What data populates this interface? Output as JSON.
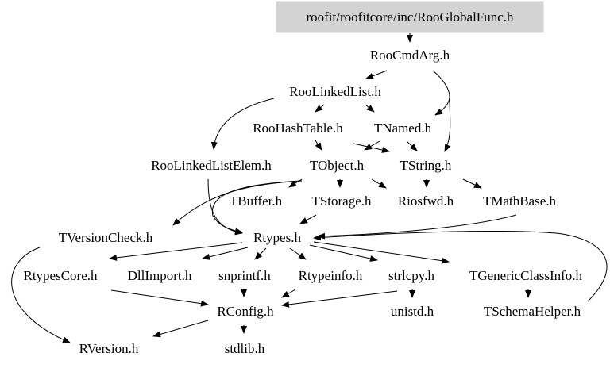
{
  "diagram": {
    "root_fill": "#d3d3d3",
    "edge_color": "#000000",
    "nodes": {
      "root": "roofit/roofitcore/inc/RooGlobalFunc.h",
      "RooCmdArg": "RooCmdArg.h",
      "RooLinkedList": "RooLinkedList.h",
      "RooHashTable": "RooHashTable.h",
      "TNamed": "TNamed.h",
      "RooLinkedListElem": "RooLinkedListElem.h",
      "TObject": "TObject.h",
      "TString": "TString.h",
      "TBuffer": "TBuffer.h",
      "TStorage": "TStorage.h",
      "Riosfwd": "Riosfwd.h",
      "TMathBase": "TMathBase.h",
      "TVersionCheck": "TVersionCheck.h",
      "Rtypes": "Rtypes.h",
      "RtypesCore": "RtypesCore.h",
      "DllImport": "DllImport.h",
      "snprintf": "snprintf.h",
      "Rtypeinfo": "Rtypeinfo.h",
      "strlcpy": "strlcpy.h",
      "TGenericClassInfo": "TGenericClassInfo.h",
      "RConfig": "RConfig.h",
      "unistd": "unistd.h",
      "TSchemaHelper": "TSchemaHelper.h",
      "RVersion": "RVersion.h",
      "stdlib": "stdlib.h"
    }
  }
}
